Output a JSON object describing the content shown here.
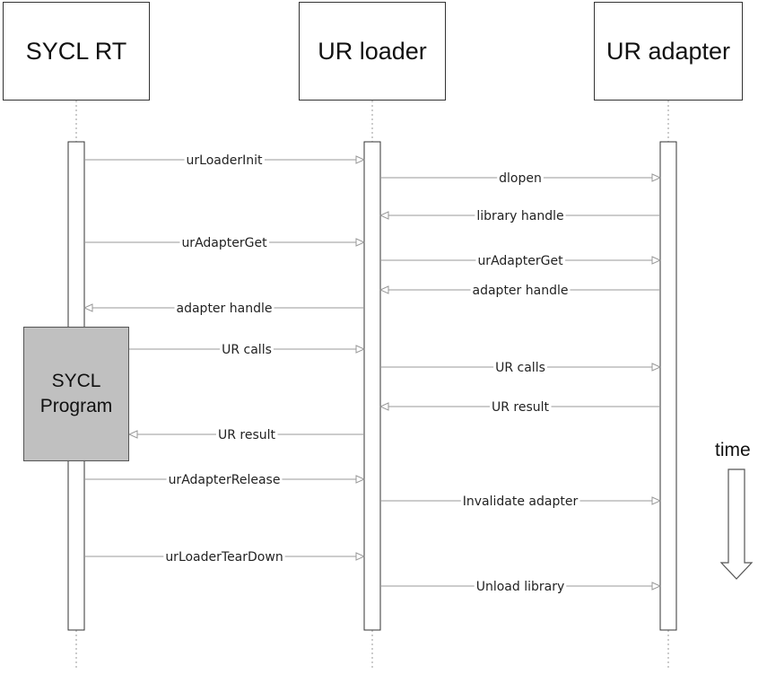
{
  "participants": [
    {
      "id": "sycl-rt",
      "label": "SYCL RT"
    },
    {
      "id": "ur-loader",
      "label": "UR loader"
    },
    {
      "id": "ur-adapter",
      "label": "UR adapter"
    }
  ],
  "program_box": {
    "line1": "SYCL",
    "line2": "Program"
  },
  "time_label": "time",
  "messages": [
    {
      "label": "urLoaderInit",
      "from": "sycl-rt",
      "to": "ur-loader"
    },
    {
      "label": "dlopen",
      "from": "ur-loader",
      "to": "ur-adapter"
    },
    {
      "label": "library handle",
      "from": "ur-adapter",
      "to": "ur-loader"
    },
    {
      "label": "urAdapterGet",
      "from": "sycl-rt",
      "to": "ur-loader"
    },
    {
      "label": "urAdapterGet",
      "from": "ur-loader",
      "to": "ur-adapter"
    },
    {
      "label": "adapter handle",
      "from": "ur-adapter",
      "to": "ur-loader"
    },
    {
      "label": "adapter handle",
      "from": "ur-loader",
      "to": "sycl-rt"
    },
    {
      "label": "UR calls",
      "from": "sycl-program",
      "to": "ur-loader"
    },
    {
      "label": "UR calls",
      "from": "ur-loader",
      "to": "ur-adapter"
    },
    {
      "label": "UR result",
      "from": "ur-adapter",
      "to": "ur-loader"
    },
    {
      "label": "UR result",
      "from": "ur-loader",
      "to": "sycl-program"
    },
    {
      "label": "urAdapterRelease",
      "from": "sycl-rt",
      "to": "ur-loader"
    },
    {
      "label": "Invalidate adapter",
      "from": "ur-loader",
      "to": "ur-adapter"
    },
    {
      "label": "urLoaderTearDown",
      "from": "sycl-rt",
      "to": "ur-loader"
    },
    {
      "label": "Unload library",
      "from": "ur-loader",
      "to": "ur-adapter"
    }
  ],
  "colors": {
    "line": "#333333",
    "arrow": "#999999",
    "program_fill": "#c0c0c0",
    "text": "#222222"
  }
}
